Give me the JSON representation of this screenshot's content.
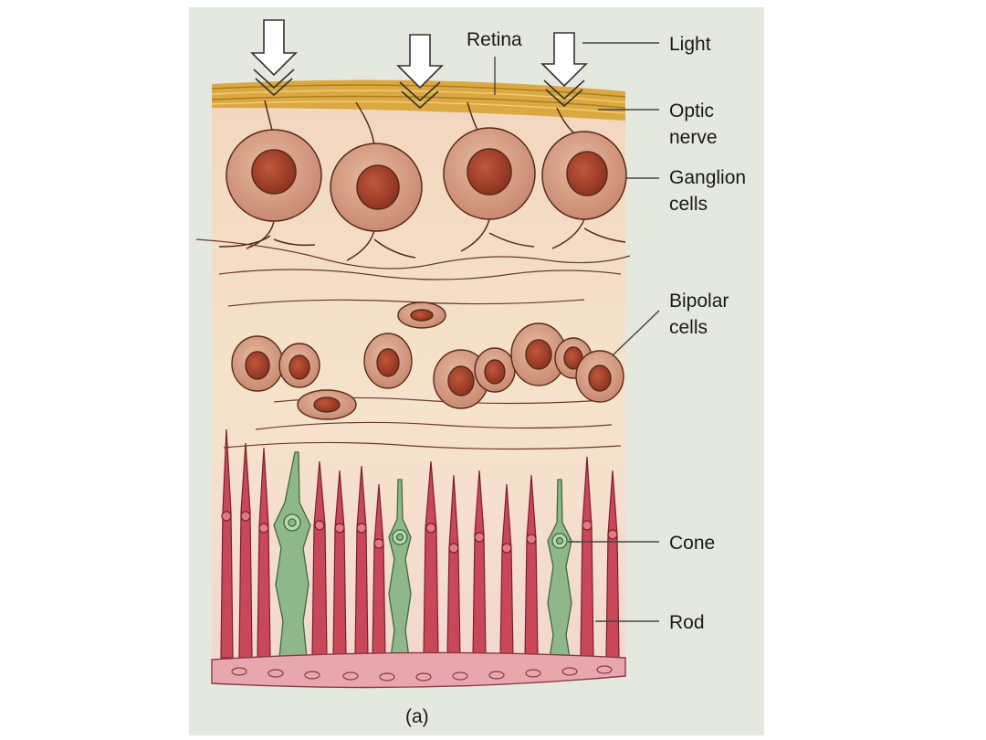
{
  "labels": {
    "retina": "Retina",
    "light": "Light",
    "optic_nerve_1": "Optic",
    "optic_nerve_2": "nerve",
    "ganglion_1": "Ganglion",
    "ganglion_2": "cells",
    "bipolar_1": "Bipolar",
    "bipolar_2": "cells",
    "cone": "Cone",
    "rod": "Rod",
    "caption": "(a)"
  },
  "colors": {
    "panel": "#e4e8de",
    "tissue": "#f3dcc4",
    "nerve_fiber": "#d9a73a",
    "cell_body": "#d49a80",
    "nucleus": "#a8432a",
    "rod": "#c8485a",
    "cone": "#8fb88a",
    "epithelium": "#e8a6ae"
  }
}
